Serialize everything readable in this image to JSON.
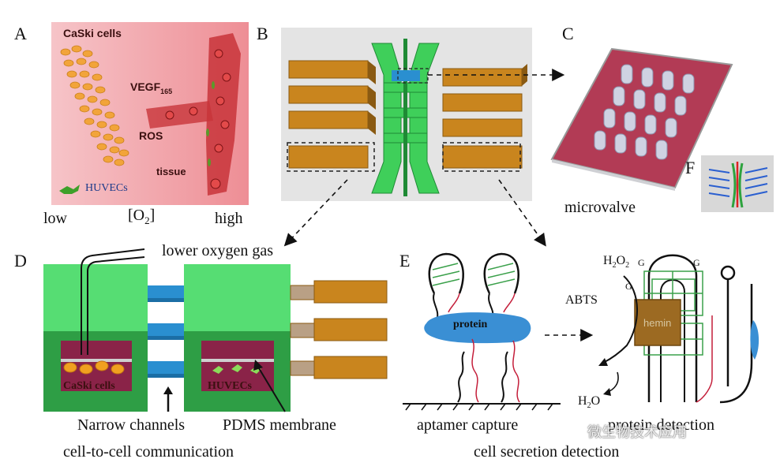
{
  "panels": {
    "a": {
      "letter": "A",
      "cells_label": "CaSki cells",
      "vegf_label": "VEGF",
      "vegf_sub": "165",
      "ros_label": "ROS",
      "tissue_label": "tissue",
      "huvec_label": "HUVECs",
      "low_label": "low",
      "o2_label": "[O",
      "o2_sub": "2",
      "o2_close": "]",
      "high_label": "high"
    },
    "b": {
      "letter": "B"
    },
    "c": {
      "letter": "C",
      "caption": "microvalve"
    },
    "d": {
      "letter": "D",
      "gas_label": "lower oxygen gas",
      "left_chamber_label": "CaSki cells",
      "right_chamber_label": "HUVECs",
      "channels_label": "Narrow channels",
      "membrane_label": "PDMS membrane",
      "caption": "cell-to-cell communication"
    },
    "e": {
      "letter": "E",
      "protein_label": "protein",
      "capture_label": "aptamer capture",
      "h2o2_label": "H",
      "h2o2_sub1": "2",
      "h2o2_mid": "O",
      "h2o2_sub2": "2",
      "abts_label": "ABTS",
      "hemin_label": "hemin",
      "g_label": "G",
      "h2o_label": "H",
      "h2o_sub": "2",
      "h2o_end": "O",
      "detection_label": "protein detection",
      "caption": "cell secretion detection"
    },
    "f": {
      "letter": "F"
    }
  },
  "watermark": "微生物技术应用",
  "colors": {
    "orange_channel": "#c9851e",
    "green_chamber": "#4fd16a",
    "blue_channel": "#2a8fd0",
    "maroon_chamber": "#8a2348",
    "protein_blue": "#3a8fd4",
    "panel_a_pink": "#f3a3a8"
  }
}
